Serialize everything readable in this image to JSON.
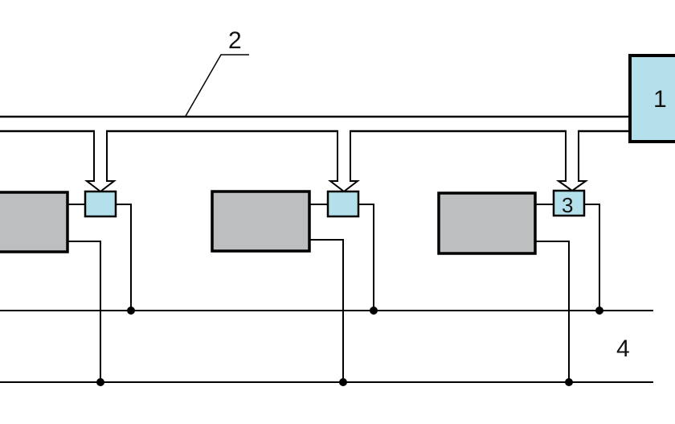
{
  "labels": {
    "controller": "1",
    "bus": "2",
    "node": "3",
    "lines": "4"
  },
  "colors": {
    "controller_fill": "#b3e0ea",
    "unit_fill": "#bcbec0",
    "line": "#000000"
  }
}
